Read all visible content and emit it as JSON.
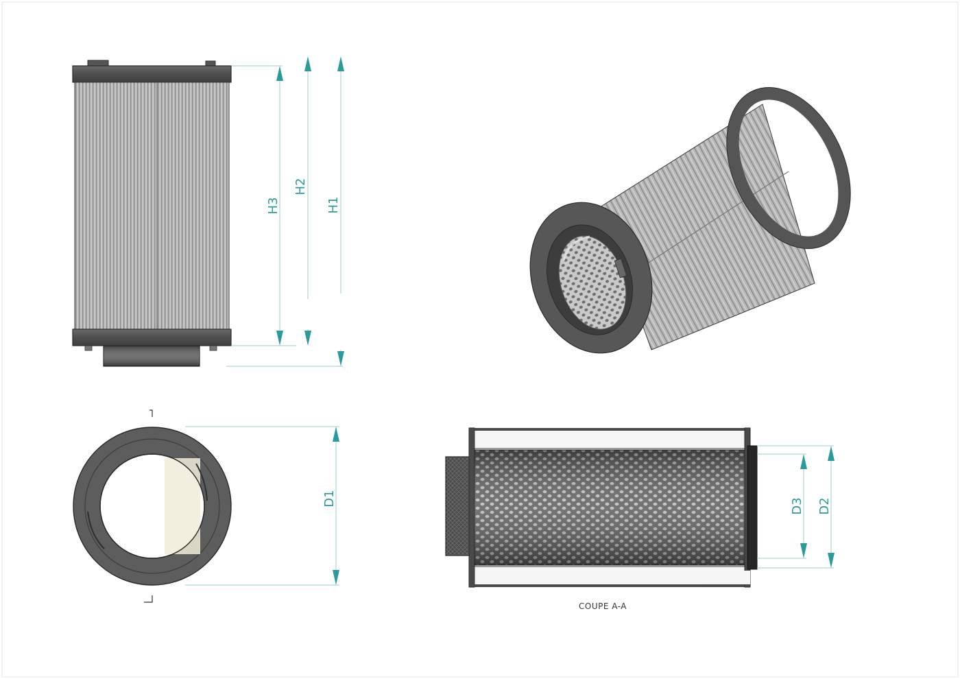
{
  "dimensions": {
    "h1": "H1",
    "h2": "H2",
    "h3": "H3",
    "d1": "D1",
    "d2": "D2",
    "d3": "D3"
  },
  "section_caption": "COUPE A-A",
  "colors": {
    "dimension": "#2a9b9a",
    "cap": "#5a5a5a",
    "pleat": "#a9a9a9",
    "inner": "#f1ecd9"
  }
}
